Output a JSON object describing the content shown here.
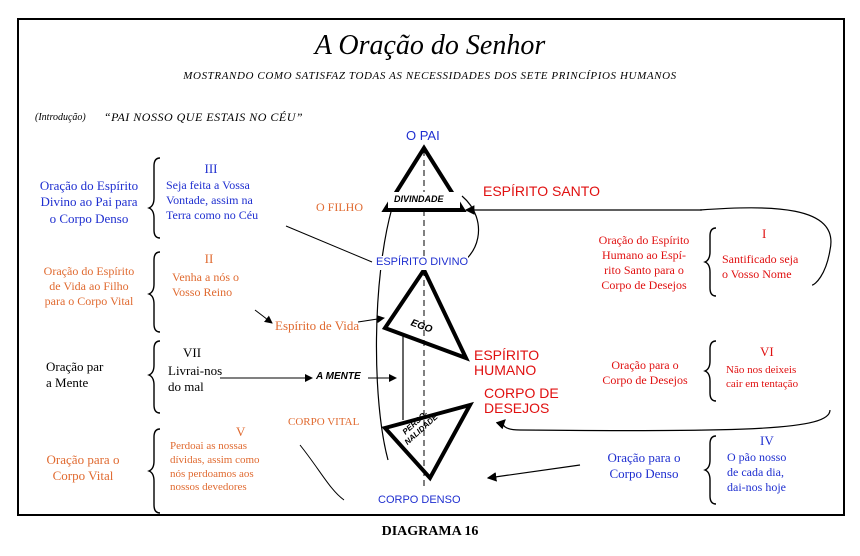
{
  "title": "A Oração do Senhor",
  "subtitle": "MOSTRANDO COMO SATISFAZ TODAS AS NECESSIDADES DOS SETE PRINCÍPIOS HUMANOS",
  "intro_label": "(Introdução)",
  "intro_text": "“PAI NOSSO QUE ESTAIS NO CÉU”",
  "caption": "DIAGRAMA 16",
  "center": {
    "o_pai": "O PAI",
    "divindade": "DIVINDADE",
    "espirito_divino": "ESPÍRITO DIVINO",
    "ego": "EGO",
    "a_mente": "A MENTE",
    "personalidade": "PERSO-\nNALIDADE",
    "corpo_denso": "CORPO DENSO",
    "o_filho": "O FILHO",
    "espirito_de_vida": "Espírito de Vida",
    "corpo_vital": "CORPO VITAL",
    "espirito_santo": "ESPÍRITO SANTO",
    "espirito_humano": "ESPÍRITO\nHUMANO",
    "corpo_de_desejos": "CORPO DE\nDESEJOS"
  },
  "left": [
    {
      "prayer": "Oração do Espírito\n Divino ao Pai para\no Corpo Denso",
      "numeral": "III",
      "petition": "Seja feita a Vossa\nVontade, assim na\nTerra como no Céu"
    },
    {
      "prayer": "Oração do Espírito\nde Vida ao Filho\npara o Corpo Vital",
      "numeral": "II",
      "petition": "Venha a nós o\nVosso Reino"
    },
    {
      "prayer": "Oração par\na Mente",
      "numeral": "VII",
      "petition": "Livrai-nos\ndo mal"
    },
    {
      "prayer": "Oração para o\nCorpo Vital",
      "numeral": "V",
      "petition": "Perdoai as nossas\ndívidas, assim como\nnós perdoamos aos\nnossos devedores"
    }
  ],
  "right": [
    {
      "prayer": "Oração do Espírito\nHumano ao Espí-\nrito Santo para o\nCorpo de Desejos",
      "numeral": "I",
      "petition": "Santificado seja\no Vosso Nome"
    },
    {
      "prayer": "Oração para o\nCorpo de Desejos",
      "numeral": "VI",
      "petition": "Não nos deixeis\ncair em tentação"
    },
    {
      "prayer": "Oração para o\nCorpo Denso",
      "numeral": "IV",
      "petition": "O pão nosso\nde cada dia,\ndai-nos hoje"
    }
  ],
  "colors": {
    "blue": "#1f2fd0",
    "red": "#e01010",
    "orange": "#e06a30",
    "black": "#000000"
  }
}
